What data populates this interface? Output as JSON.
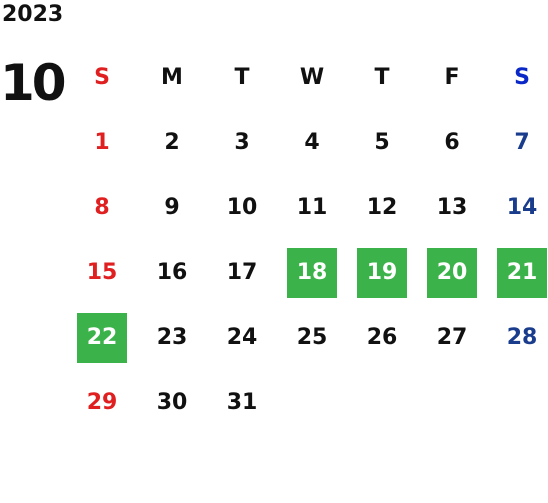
{
  "calendar": {
    "year": "2023",
    "month": "10",
    "weekdays": [
      "S",
      "M",
      "T",
      "W",
      "T",
      "F",
      "S"
    ],
    "weeks": [
      [
        "1",
        "2",
        "3",
        "4",
        "5",
        "6",
        "7"
      ],
      [
        "8",
        "9",
        "10",
        "11",
        "12",
        "13",
        "14"
      ],
      [
        "15",
        "16",
        "17",
        "18",
        "19",
        "20",
        "21"
      ],
      [
        "22",
        "23",
        "24",
        "25",
        "26",
        "27",
        "28"
      ],
      [
        "29",
        "30",
        "31",
        "",
        "",
        "",
        ""
      ]
    ],
    "highlighted_days": [
      "18",
      "19",
      "20",
      "21",
      "22"
    ]
  },
  "colors": {
    "sunday": "#e02020",
    "saturday": "#1a3c8c",
    "saturday_header": "#0a28c8",
    "highlight": "#3cb34a",
    "text": "#111111",
    "background": "#ffffff"
  }
}
